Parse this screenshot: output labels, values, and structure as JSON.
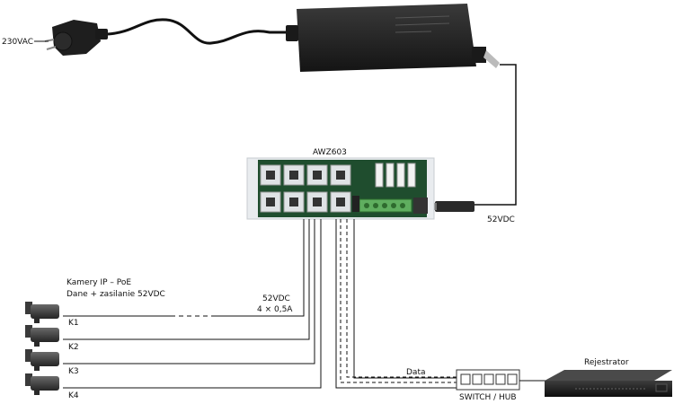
{
  "labels": {
    "mains": "230VAC",
    "device": "AWZ603",
    "dc_out": "52VDC",
    "cameras_line1": "Kamery IP – PoE",
    "cameras_line2": "Dane + zasilanie 52VDC",
    "poe_voltage": "52VDC",
    "poe_current": "4 × 0,5A",
    "data": "Data",
    "switch": "SWITCH / HUB",
    "recorder": "Rejestrator"
  },
  "cameras": [
    {
      "label": "K1"
    },
    {
      "label": "K2"
    },
    {
      "label": "K3"
    },
    {
      "label": "K4"
    }
  ],
  "colors": {
    "cable": "#111111",
    "adapter": "#2a2a2a",
    "pcb": "#1f4d2e",
    "case": "#e9ecef",
    "connector": "#5fae5f",
    "camera": "#3a3a3a"
  }
}
